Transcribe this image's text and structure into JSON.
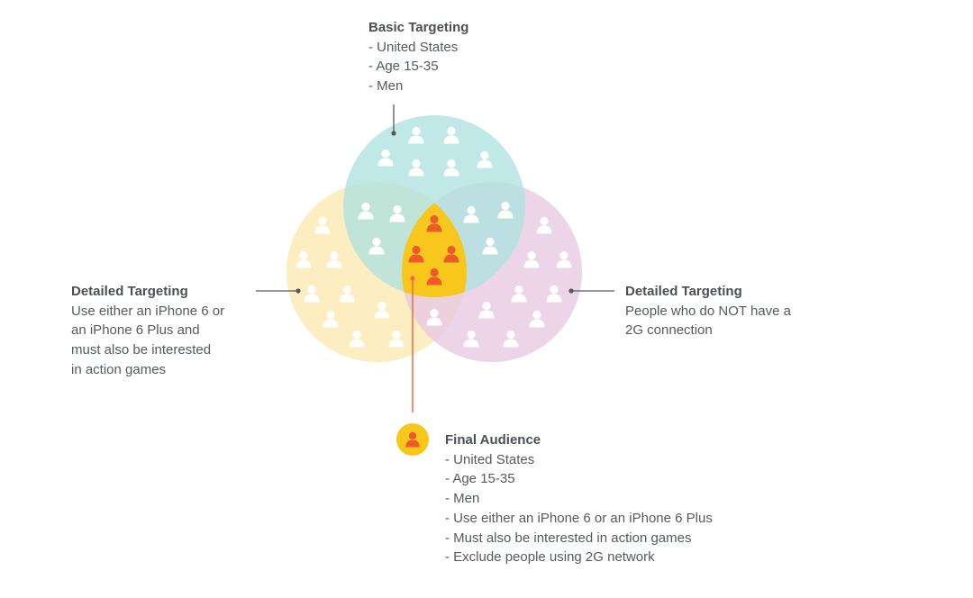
{
  "colors": {
    "basic_circle": "#aee2df",
    "detailed_left_circle": "#fbeab0",
    "detailed_right_circle": "#e7c9e4",
    "overlap_final": "#f7c71c",
    "person_default": "#ffffff",
    "person_final": "#ee5a2a",
    "connector": "#555a60",
    "final_connector": "#ee6a44"
  },
  "icons": {
    "audience_member": "person-icon",
    "final_audience_member": "person-icon-orange"
  },
  "basic_targeting": {
    "title": "Basic Targeting",
    "lines": [
      "- United States",
      "- Age 15-35",
      "- Men"
    ]
  },
  "detailed_left": {
    "title": "Detailed Targeting",
    "lines": [
      "Use either an iPhone 6 or",
      "an iPhone 6 Plus and",
      "must also be interested",
      "in action games"
    ]
  },
  "detailed_right": {
    "title": "Detailed Targeting",
    "lines": [
      "People who do NOT have a",
      "2G connection"
    ]
  },
  "final_audience": {
    "title": "Final Audience",
    "lines": [
      "- United States",
      "- Age 15-35",
      "- Men",
      "- Use either an iPhone 6 or an iPhone 6 Plus",
      "- Must also be interested in action games",
      "- Exclude people using 2G network"
    ]
  }
}
